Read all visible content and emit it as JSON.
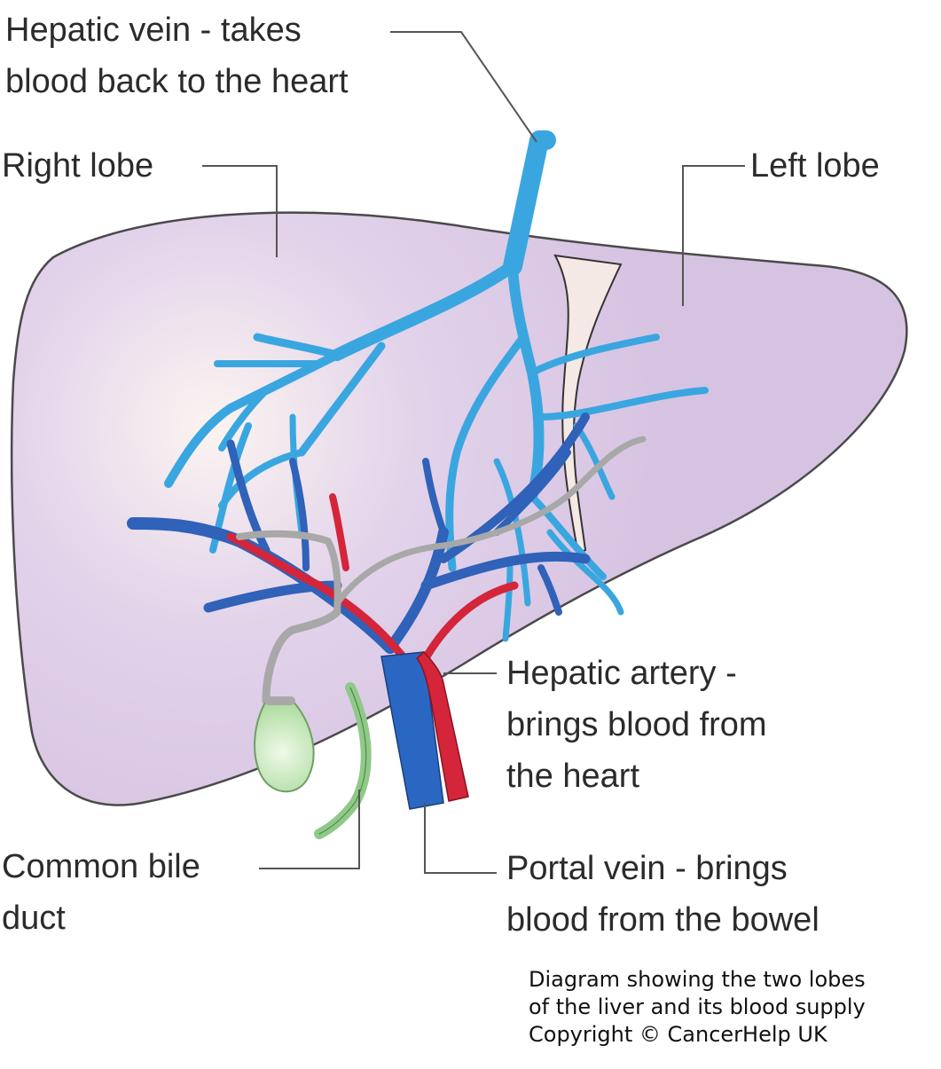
{
  "labels": {
    "hepatic_vein": [
      "Hepatic vein - takes",
      "blood back to the heart"
    ],
    "right_lobe": "Right lobe",
    "left_lobe": "Left lobe",
    "hepatic_artery": [
      "Hepatic artery -",
      "brings blood from",
      "the heart"
    ],
    "common_bile_duct": [
      "Common bile",
      "duct"
    ],
    "portal_vein": [
      "Portal vein - brings",
      "blood from the bowel"
    ]
  },
  "caption": [
    "Diagram showing the two lobes",
    "of the liver and its blood supply",
    "Copyright © CancerHelp UK"
  ],
  "colors": {
    "liver": "#d8c6e4",
    "liver_outline": "#4a4a4a",
    "hepatic_vein": "#3aa6e0",
    "portal_vein": "#2f62b8",
    "hepatic_artery": "#d4253a",
    "bile_duct": "#a8a8a8",
    "gallbladder": "#b6e0a6",
    "ligament": "#f2e6e2",
    "leader_line": "#555555"
  }
}
